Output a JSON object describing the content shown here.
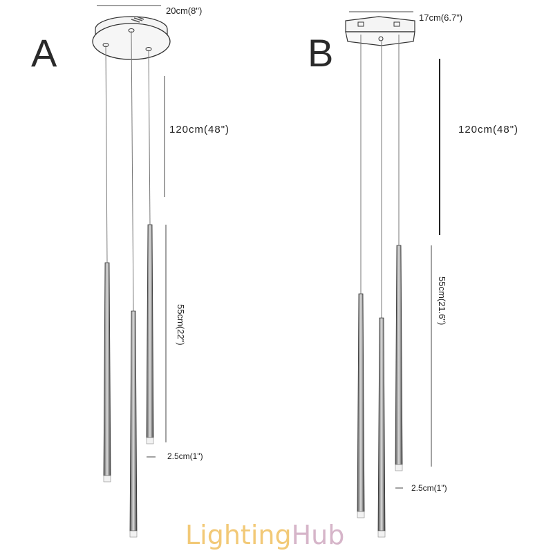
{
  "variants": [
    {
      "letter": "A",
      "canopy_width": "20cm(8\")",
      "drop": "120cm(48\")",
      "length": "55cm(22\")",
      "diameter": "2.5cm(1\")"
    },
    {
      "letter": "B",
      "canopy_width": "17cm(6.7\")",
      "drop": "120cm(48\")",
      "length": "55cm(21.6\")",
      "diameter": "2.5cm(1\")"
    }
  ],
  "logo": {
    "part1": "Lighting",
    "part2": "Hub",
    "color1": "#f2c977",
    "color2": "#d6b5c9"
  }
}
